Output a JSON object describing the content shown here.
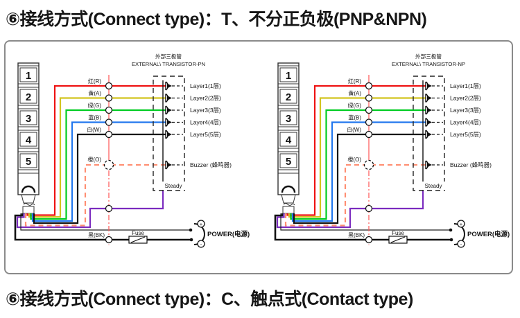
{
  "titles": {
    "top": "⑥接线方式(Connect type)：T、不分正负极(PNP&NPN)",
    "bottom": "⑥接线方式(Connect type)：C、触点式(Contact type)"
  },
  "colors": {
    "red": "#ee1111",
    "yellow": "#d2c41e",
    "green": "#00cc22",
    "blue": "#2277ee",
    "wire_black": "#111111",
    "orange": "#ff8f73",
    "purple": "#7b2cbf",
    "center_line": "#ff5555",
    "line": "#222222"
  },
  "diagrams": [
    {
      "side": "left",
      "tower_numbers": [
        "1",
        "2",
        "3",
        "4",
        "5"
      ],
      "transistor_box": {
        "title_cn": "外部三极管",
        "title_en": "EXTERNAL\\ TRANSISTOR-PN",
        "steady": "Steady"
      },
      "wire_labels": {
        "red": "红(R)",
        "yellow": "黄(A)",
        "green": "绿(G)",
        "blue": "蓝(B)",
        "white": "白(W)",
        "orange": "橙(O)",
        "black": "黑(BK)"
      },
      "layer_labels": [
        "Layer1(1层)",
        "Layer2(2层)",
        "Layer3(3层)",
        "Layer4(4层)",
        "Layer5(5层)"
      ],
      "buzzer_label": "Buzzer (蜂鸣器)",
      "fuse_label": "Fuse",
      "power_label": "POWER(电源)",
      "plus": "+",
      "minus": "-"
    },
    {
      "side": "right",
      "tower_numbers": [
        "1",
        "2",
        "3",
        "4",
        "5"
      ],
      "transistor_box": {
        "title_cn": "外部三极管",
        "title_en": "EXTERNAL\\ TRANSISTOR-NP",
        "steady": "Steady"
      },
      "wire_labels": {
        "red": "红(R)",
        "yellow": "黄(A)",
        "green": "绿(G)",
        "blue": "蓝(B)",
        "white": "白(W)",
        "orange": "橙(O)",
        "black": "黑(BK)"
      },
      "layer_labels": [
        "Layer1(1层)",
        "Layer2(2层)",
        "Layer3(3层)",
        "Layer4(4层)",
        "Layer5(5层)"
      ],
      "buzzer_label": "Buzzer (蜂鸣器)",
      "fuse_label": "Fuse",
      "power_label": "POWER(电源)",
      "plus": "+",
      "minus": "-"
    }
  ]
}
